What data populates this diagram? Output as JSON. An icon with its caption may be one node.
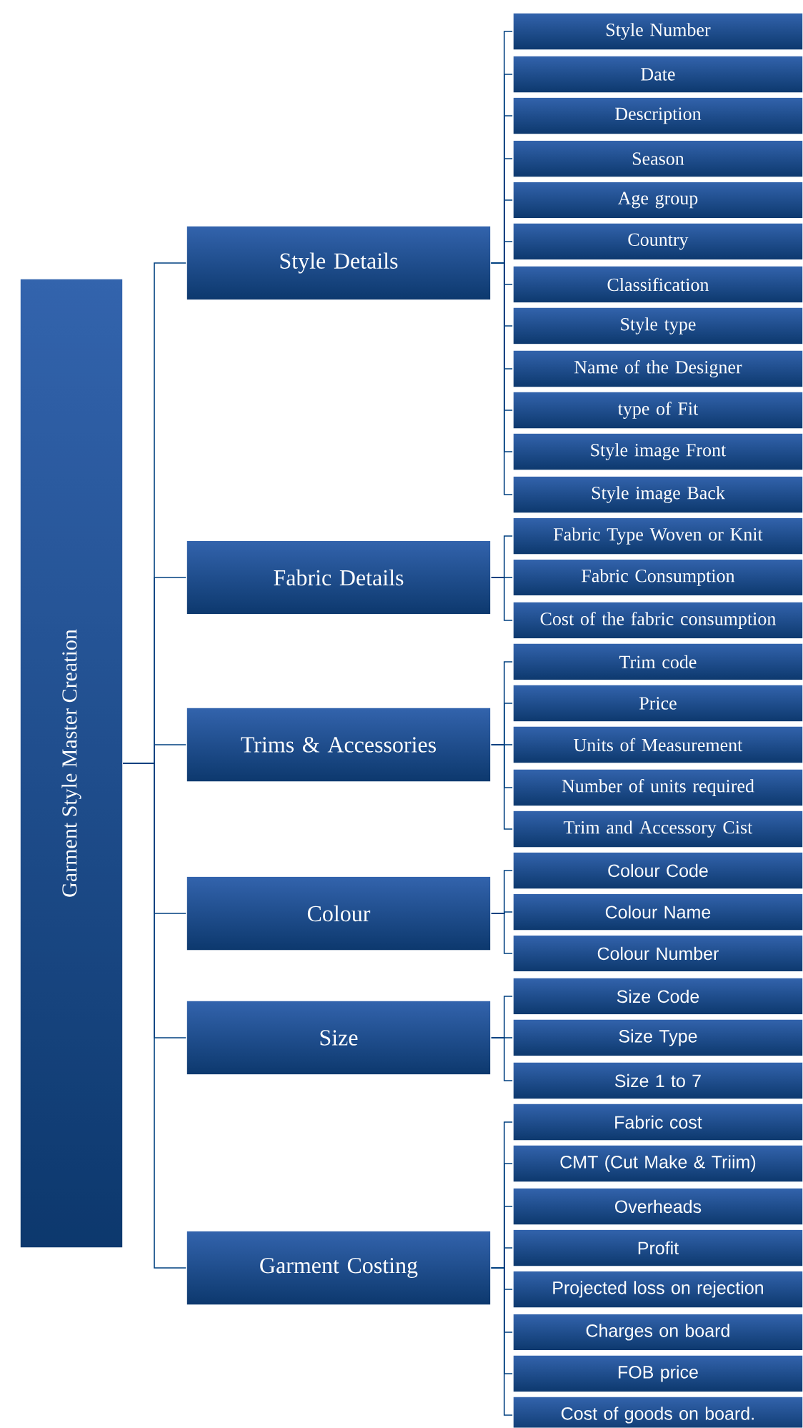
{
  "diagram": {
    "nodes": [
      {
        "text": [
          "Garment Style Master Creation"
        ]
      },
      {
        "text": [
          "Style Details"
        ]
      },
      {
        "text": [
          "Style Number"
        ]
      },
      {
        "text": [
          "Date"
        ]
      },
      {
        "text": [
          "Description"
        ]
      },
      {
        "text": [
          "Season"
        ]
      },
      {
        "text": [
          "Age group"
        ]
      },
      {
        "text": [
          "Country"
        ]
      },
      {
        "text": [
          "Classification"
        ]
      },
      {
        "text": [
          "Style type"
        ]
      },
      {
        "text": [
          "Name of the Designer"
        ]
      },
      {
        "text": [
          "type of Fit"
        ]
      },
      {
        "text": [
          "Style image Front"
        ]
      },
      {
        "text": [
          "Style image Back"
        ]
      },
      {
        "text": [
          "Fabric Details"
        ]
      },
      {
        "text": [
          "Fabric Type Woven or Knit"
        ]
      },
      {
        "text": [
          "Fabric Consumption"
        ]
      },
      {
        "text": [
          "Cost of the fabric consumption"
        ]
      },
      {
        "text": [
          "Trims & Accessories"
        ]
      },
      {
        "text": [
          "Trim code"
        ]
      },
      {
        "text": [
          "Price"
        ]
      },
      {
        "text": [
          "Units of Measurement"
        ]
      },
      {
        "text": [
          "Number of units required"
        ]
      },
      {
        "text": [
          "Trim and Accessory Cist"
        ]
      },
      {
        "text": [
          "Colour"
        ]
      },
      {
        "text": [
          "Colour Code"
        ]
      },
      {
        "text": [
          "Colour Name"
        ]
      },
      {
        "text": [
          "Colour Number"
        ]
      },
      {
        "text": [
          "Size"
        ]
      },
      {
        "text": [
          "Size Code"
        ]
      },
      {
        "text": [
          "Size Type"
        ]
      },
      {
        "text": [
          "Size 1 to 7"
        ]
      },
      {
        "text": [
          "Garment Costing"
        ]
      },
      {
        "text": [
          "Fabric cost"
        ]
      },
      {
        "text": [
          "CMT (Cut Make & Triim)"
        ]
      },
      {
        "text": [
          "Overheads"
        ]
      },
      {
        "text": [
          "Profit"
        ]
      },
      {
        "text": [
          "Projected loss on rejection"
        ]
      },
      {
        "text": [
          "Charges on board"
        ]
      },
      {
        "text": [
          "FOB price"
        ]
      },
      {
        "text": [
          "Cost of goods on board."
        ]
      }
    ],
    "edges": [
      {
        "from": 0,
        "to": 1,
        "arrow": "none"
      },
      {
        "from": 0,
        "to": 14,
        "arrow": "none"
      },
      {
        "from": 0,
        "to": 18,
        "arrow": "none"
      },
      {
        "from": 0,
        "to": 24,
        "arrow": "none"
      },
      {
        "from": 0,
        "to": 28,
        "arrow": "none"
      },
      {
        "from": 0,
        "to": 32,
        "arrow": "none"
      },
      {
        "from": 1,
        "to": 2,
        "arrow": "none"
      },
      {
        "from": 1,
        "to": 3,
        "arrow": "none"
      },
      {
        "from": 1,
        "to": 4,
        "arrow": "none"
      },
      {
        "from": 1,
        "to": 5,
        "arrow": "none"
      },
      {
        "from": 1,
        "to": 6,
        "arrow": "none"
      },
      {
        "from": 1,
        "to": 7,
        "arrow": "none"
      },
      {
        "from": 1,
        "to": 8,
        "arrow": "none"
      },
      {
        "from": 1,
        "to": 9,
        "arrow": "none"
      },
      {
        "from": 1,
        "to": 10,
        "arrow": "none"
      },
      {
        "from": 1,
        "to": 11,
        "arrow": "none"
      },
      {
        "from": 1,
        "to": 12,
        "arrow": "none"
      },
      {
        "from": 1,
        "to": 13,
        "arrow": "none"
      },
      {
        "from": 14,
        "to": 15,
        "arrow": "none"
      },
      {
        "from": 14,
        "to": 16,
        "arrow": "none"
      },
      {
        "from": 14,
        "to": 17,
        "arrow": "none"
      },
      {
        "from": 18,
        "to": 19,
        "arrow": "none"
      },
      {
        "from": 18,
        "to": 20,
        "arrow": "none"
      },
      {
        "from": 18,
        "to": 21,
        "arrow": "none"
      },
      {
        "from": 18,
        "to": 22,
        "arrow": "none"
      },
      {
        "from": 18,
        "to": 23,
        "arrow": "none"
      },
      {
        "from": 24,
        "to": 25,
        "arrow": "none"
      },
      {
        "from": 24,
        "to": 26,
        "arrow": "none"
      },
      {
        "from": 24,
        "to": 27,
        "arrow": "none"
      },
      {
        "from": 28,
        "to": 29,
        "arrow": "none"
      },
      {
        "from": 28,
        "to": 30,
        "arrow": "none"
      },
      {
        "from": 28,
        "to": 31,
        "arrow": "none"
      },
      {
        "from": 32,
        "to": 33,
        "arrow": "none"
      },
      {
        "from": 32,
        "to": 34,
        "arrow": "none"
      },
      {
        "from": 32,
        "to": 35,
        "arrow": "none"
      },
      {
        "from": 32,
        "to": 36,
        "arrow": "none"
      },
      {
        "from": 32,
        "to": 37,
        "arrow": "none"
      },
      {
        "from": 32,
        "to": 38,
        "arrow": "none"
      },
      {
        "from": 32,
        "to": 39,
        "arrow": "none"
      },
      {
        "from": 32,
        "to": 40,
        "arrow": "none"
      }
    ]
  }
}
